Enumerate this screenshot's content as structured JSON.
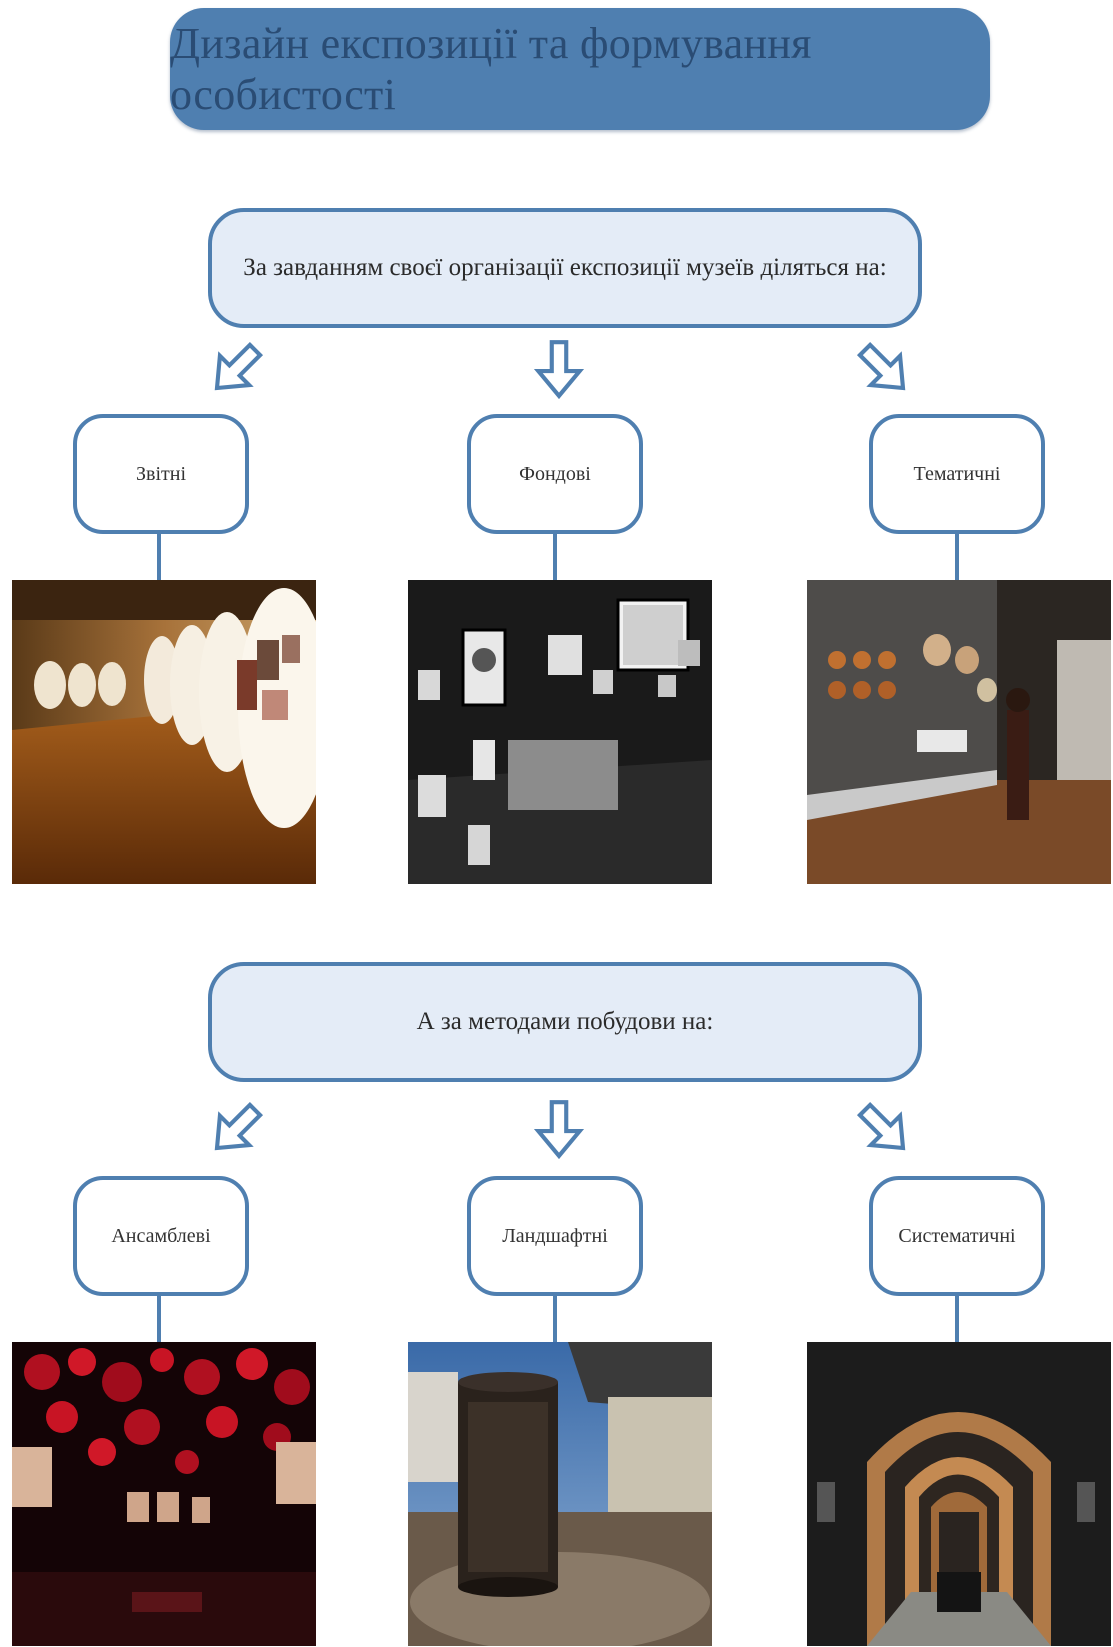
{
  "title": "Дизайн експозиції та формування особистості",
  "section1": {
    "header": "За завданням своєї організації експозиції музеїв діляться на:",
    "categories": [
      "Звітні",
      "Фондові",
      "Тематичні"
    ]
  },
  "section2": {
    "header": "А за методами побудови на:",
    "categories": [
      "Ансамблеві",
      "Ландшафтні",
      "Систематичні"
    ]
  },
  "colors": {
    "accent": "#4f7fb0",
    "header_fill": "#e4ecf7",
    "title_text": "#2a4c74"
  },
  "icons": [
    "arrow-down-left-icon",
    "arrow-down-icon",
    "arrow-down-right-icon"
  ]
}
